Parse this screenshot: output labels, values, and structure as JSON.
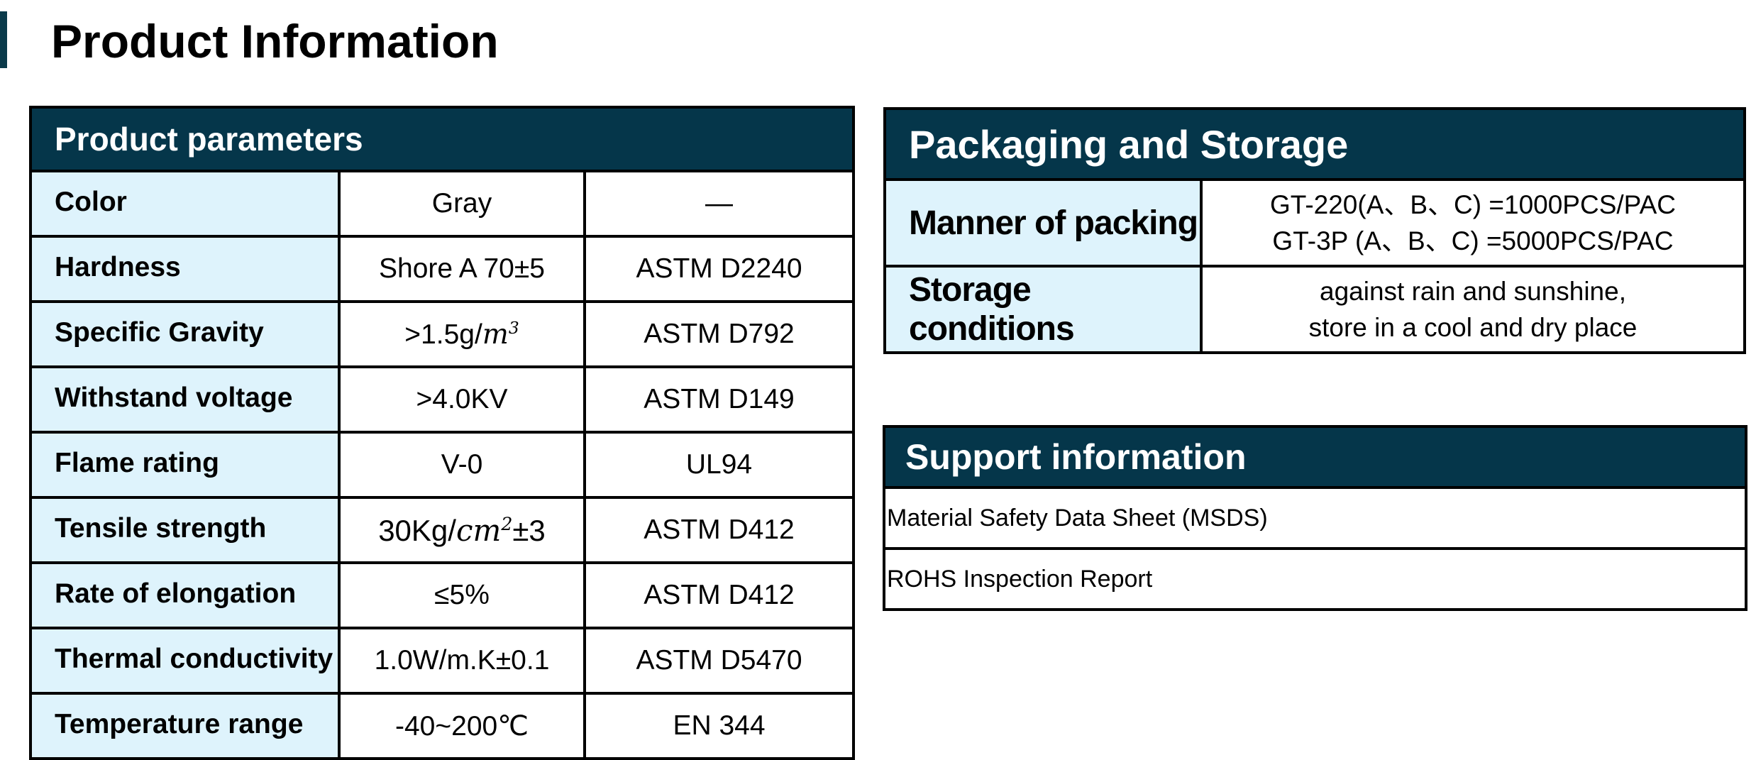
{
  "page": {
    "title": "Product Information"
  },
  "params": {
    "header": "Product parameters",
    "rows": [
      {
        "label": "Color",
        "value": "Gray",
        "standard": "—"
      },
      {
        "label": "Hardness",
        "value": "Shore A 70±5",
        "standard": "ASTM D2240"
      },
      {
        "label": "Specific Gravity",
        "value_prefix": "&gt;1.5g/",
        "value_unit": "m",
        "value_sup": "3",
        "standard": "ASTM D792"
      },
      {
        "label": "Withstand voltage",
        "value": "&gt;4.0KV",
        "standard": "ASTM D149"
      },
      {
        "label": "Flame rating",
        "value": "V-0",
        "standard": "UL94"
      },
      {
        "label": "Tensile strength",
        "value_prefix": "30Kg/",
        "value_unit": "cm",
        "value_sup": "2",
        "value_suffix": "±3",
        "standard": "ASTM D412"
      },
      {
        "label": "Rate of elongation",
        "value": "≤5%",
        "standard": "ASTM D412"
      },
      {
        "label": "Thermal conductivity",
        "value": "1.0W/m.K±0.1",
        "standard": "ASTM D5470"
      },
      {
        "label": "Temperature range",
        "value": "-40~200℃",
        "standard": "EN 344"
      }
    ]
  },
  "packaging": {
    "header": "Packaging and Storage",
    "rows": [
      {
        "label": "Manner of packing",
        "line1": "GT-220(A、B、C) =1000PCS/PAC",
        "line2": "GT-3P (A、B、C) =5000PCS/PAC"
      },
      {
        "label": "Storage conditions",
        "line1": "against rain and sunshine,",
        "line2": "store in a cool and dry place"
      }
    ]
  },
  "support": {
    "header": "Support information",
    "items": [
      "Material Safety Data Sheet (MSDS)",
      "ROHS Inspection Report"
    ]
  }
}
